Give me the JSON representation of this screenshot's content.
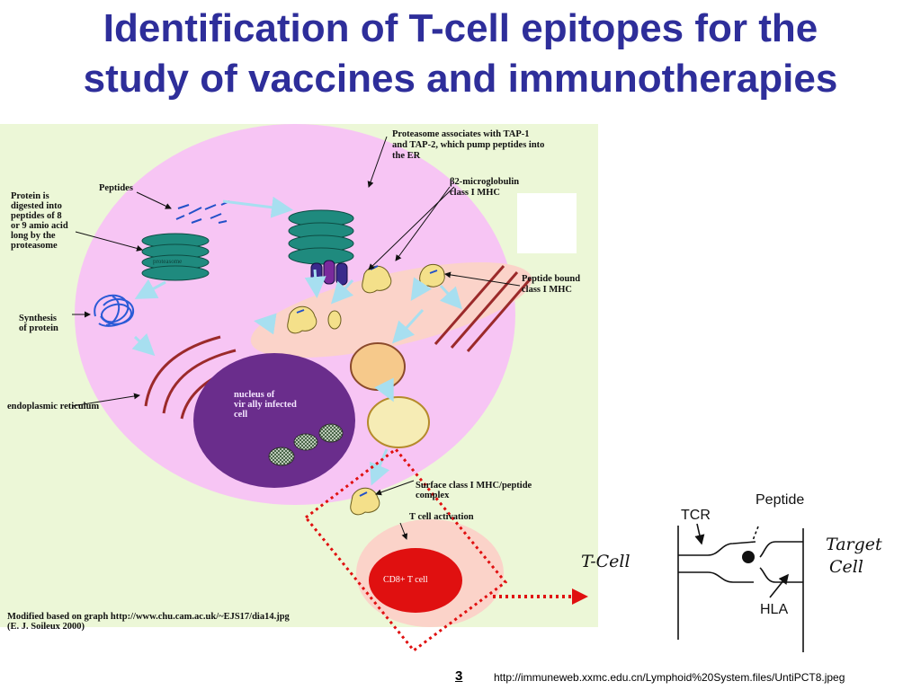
{
  "slide": {
    "title_line1": "Identification of T-cell epitopes for the",
    "title_line2": "study of vaccines and immunotherapies",
    "page_number": "3",
    "source_url": "http://immuneweb.xxmc.edu.cn/Lymphoid%20System.files/UntiPCT8.jpeg"
  },
  "colors": {
    "title": "#2e2e9a",
    "panel_bg": "#ecf7d7",
    "cell": "#f7c5f4",
    "nucleus": "#6a2d8c",
    "proteasome": "#1f8a7e",
    "cd8": "#e01010",
    "arrow": "#a7dff0",
    "dotted_box": "#e01010"
  },
  "cell_diagram": {
    "peptides": "Peptides",
    "protein_digested": [
      "Protein is",
      "digested into",
      "peptides of 8",
      "or 9 amio acid",
      "long by the",
      "proteasome"
    ],
    "proteasome_label": "proteasome",
    "proteasome_tap": [
      "Proteasome associates with TAP-1",
      "and TAP-2, which pump peptides into",
      "the ER"
    ],
    "b2m": [
      "β2-microglobulin",
      "class I MHC"
    ],
    "peptide_bound": [
      "Peptide bound",
      "class I MHC"
    ],
    "synthesis": [
      "Synthesis",
      "of protein"
    ],
    "er": "endoplasmic reticulum",
    "nucleus": [
      "nucleus of",
      "vir ally infected",
      "cell"
    ],
    "surface_mhc": [
      "Surface class I MHC/peptide",
      "complex"
    ],
    "t_activation": "T cell activation",
    "cd8": "CD8+ T cell",
    "modified": [
      "Modified based on graph http://www.chu.cam.ac.uk/~EJS17/dia14.jpg",
      "(E. J. Soileux 2000)"
    ]
  },
  "inset": {
    "peptide": "Peptide",
    "tcr": "TCR",
    "hla": "HLA",
    "t_cell": "T-Cell",
    "target_line1": "Target",
    "target_line2": "Cell"
  }
}
